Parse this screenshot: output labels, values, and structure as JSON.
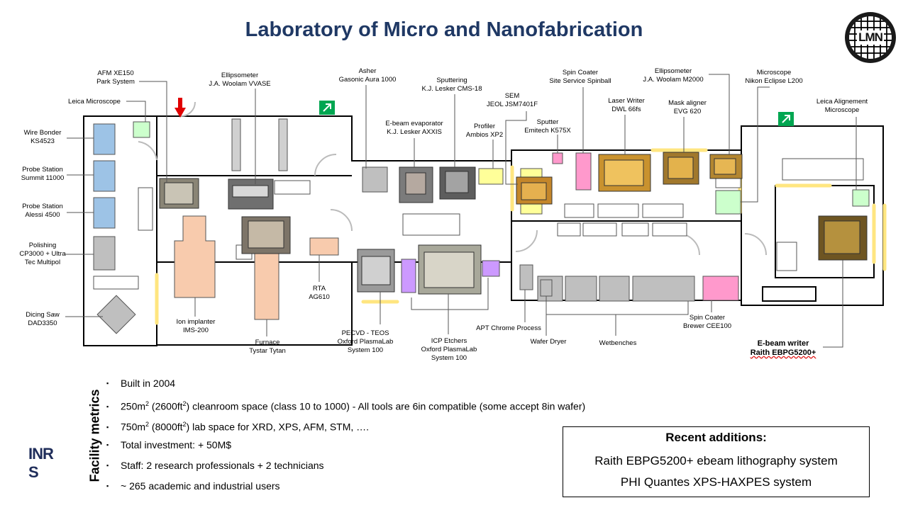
{
  "title": "Laboratory of Micro and Nanofabrication",
  "logo_text": "LMN",
  "brand_logo": "INRS",
  "tool_labels": {
    "afm": [
      "AFM XE150",
      "Park System"
    ],
    "ellipsometer_vvase": [
      "Ellipsometer",
      "J.A. Woolam VVASE"
    ],
    "asher": [
      "Asher",
      "Gasonic Aura 1000"
    ],
    "sputtering": [
      "Sputtering",
      "K.J. Lesker CMS-18"
    ],
    "sem": [
      "SEM",
      "JEOL JSM7401F"
    ],
    "spin_coater_spinball": [
      "Spin Coater",
      "Site Service Spinball"
    ],
    "ellipsometer_m2000": [
      "Ellipsometer",
      "J.A. Woolam M2000"
    ],
    "microscope_nikon": [
      "Microscope",
      "Nikon Eclipse L200"
    ],
    "leica_microscope": [
      "Leica Microscope"
    ],
    "ebeam_evaporator": [
      "E-beam evaporator",
      "K.J. Lesker AXXIS"
    ],
    "profiler": [
      "Profiler",
      "Ambios XP2"
    ],
    "sputter_emitech": [
      "Sputter",
      "Emitech K575X"
    ],
    "laser_writer": [
      "Laser Writer",
      "DWL 66fs"
    ],
    "mask_aligner": [
      "Mask aligner",
      "EVG 620"
    ],
    "leica_alignement": [
      "Leica Alignement",
      "Microscope"
    ],
    "wire_bonder": [
      "Wire Bonder",
      "KS4523"
    ],
    "probe_summit": [
      "Probe Station",
      "Summit 11000"
    ],
    "probe_alessi": [
      "Probe Station",
      "Alessi 4500"
    ],
    "polishing": [
      "Polishing",
      "CP3000 + Ultra",
      "Tec Multipol"
    ],
    "dicing_saw": [
      "Dicing Saw",
      "DAD3350"
    ],
    "ion_implanter": [
      "Ion implanter",
      "IMS-200"
    ],
    "furnace": [
      "Furnace",
      "Tystar Tytan"
    ],
    "rta": [
      "RTA",
      "AG610"
    ],
    "pecvd": [
      "PECVD - TEOS",
      "Oxford PlasmaLab",
      "System 100"
    ],
    "icp": [
      "ICP Etchers",
      "Oxford PlasmaLab",
      "System 100"
    ],
    "apt": [
      "APT Chrome Process"
    ],
    "wafer_dryer": [
      "Wafer Dryer"
    ],
    "wetbenches": [
      "Wetbenches"
    ],
    "spin_coater_brewer": [
      "Spin Coater",
      "Brewer CEE100"
    ],
    "ebeam_writer": [
      "E-beam writer",
      "Raith EBPG5200+"
    ]
  },
  "metrics": {
    "heading": "Facility metrics",
    "items": [
      {
        "pre": "Built in 2004",
        "sup1": "",
        "mid": "",
        "sup2": "",
        "post": ""
      },
      {
        "pre": "250m",
        "sup1": "2",
        "mid": " (2600ft",
        "sup2": "2",
        "post": ") cleanroom space (class 10 to 1000) - All tools are 6in compatible (some accept 8in wafer)"
      },
      {
        "pre": "750m",
        "sup1": "2",
        "mid": " (8000ft",
        "sup2": "2",
        "post": ") lab space for XRD, XPS, AFM, STM, …."
      },
      {
        "pre": "Total investment:  + 50M$",
        "sup1": "",
        "mid": "",
        "sup2": "",
        "post": ""
      },
      {
        "pre": "Staff: 2 research professionals + 2 technicians",
        "sup1": "",
        "mid": "",
        "sup2": "",
        "post": ""
      },
      {
        "pre": "~ 265 academic and industrial users",
        "sup1": "",
        "mid": "",
        "sup2": "",
        "post": ""
      }
    ]
  },
  "recent": {
    "heading": "Recent additions:",
    "items": [
      "Raith EBPG5200+ ebeam lithography system",
      "PHI Quantes XPS-HAXPES system"
    ]
  },
  "colors": {
    "title": "#1f3864",
    "blue_tool": "#9dc3e6",
    "orange_tool": "#f8cbad",
    "gray_tool": "#bfbfbf",
    "yellow_tool": "#ffff99",
    "pink_tool": "#ff99cc",
    "purple_tool": "#cc99ff",
    "green_tool": "#ccffcc",
    "exit_sign": "#00a651",
    "entry_arrow": "#e00000"
  }
}
